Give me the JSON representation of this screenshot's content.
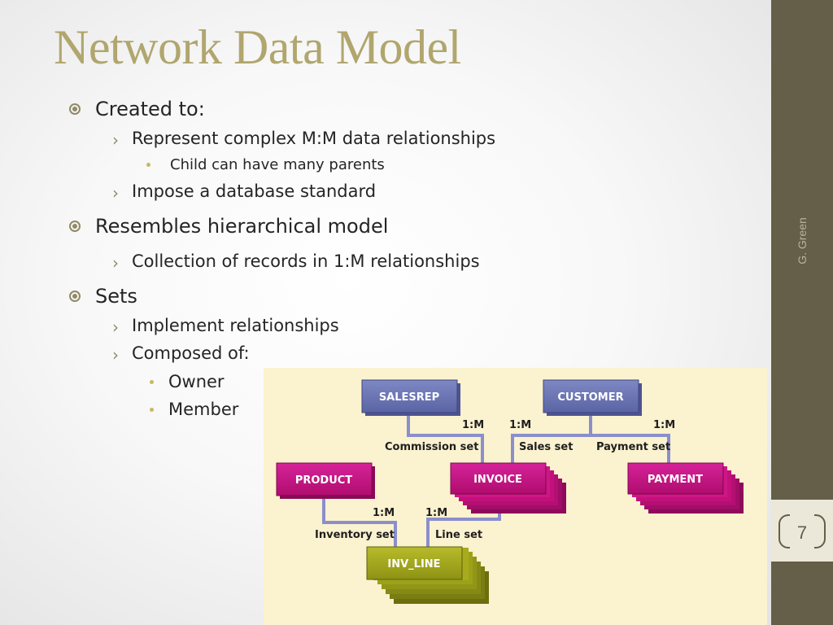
{
  "slide": {
    "title": "Network Data Model",
    "author": "G. Green",
    "page_number": "7"
  },
  "bullets": {
    "created_to": "Created to:",
    "represent": "Represent complex M:M data relationships",
    "child": "Child can have many parents",
    "impose": "Impose a database standard",
    "resembles": "Resembles hierarchical model",
    "collection": "Collection of records in 1:M relationships",
    "sets": "Sets",
    "implement": "Implement relationships",
    "composed": "Composed of:",
    "owner": "Owner",
    "member": "Member"
  },
  "diagram": {
    "records": {
      "salesrep": "SALESREP",
      "customer": "CUSTOMER",
      "product": "PRODUCT",
      "invoice": "INVOICE",
      "payment": "PAYMENT",
      "inv_line": "INV_LINE"
    },
    "sets": {
      "commission": "Commission set",
      "sales": "Sales set",
      "payment": "Payment set",
      "inventory": "Inventory set",
      "line": "Line set"
    },
    "cardinality": {
      "commission": "1:M",
      "sales": "1:M",
      "payment": "1:M",
      "inventory": "1:M",
      "line": "1:M"
    },
    "colors": {
      "owner_box": "#6d77b5",
      "member_box": "#c4127a",
      "leaf_box": "#a2a61c",
      "connector": "#8a8fcc",
      "background": "#fbf2d0"
    }
  }
}
